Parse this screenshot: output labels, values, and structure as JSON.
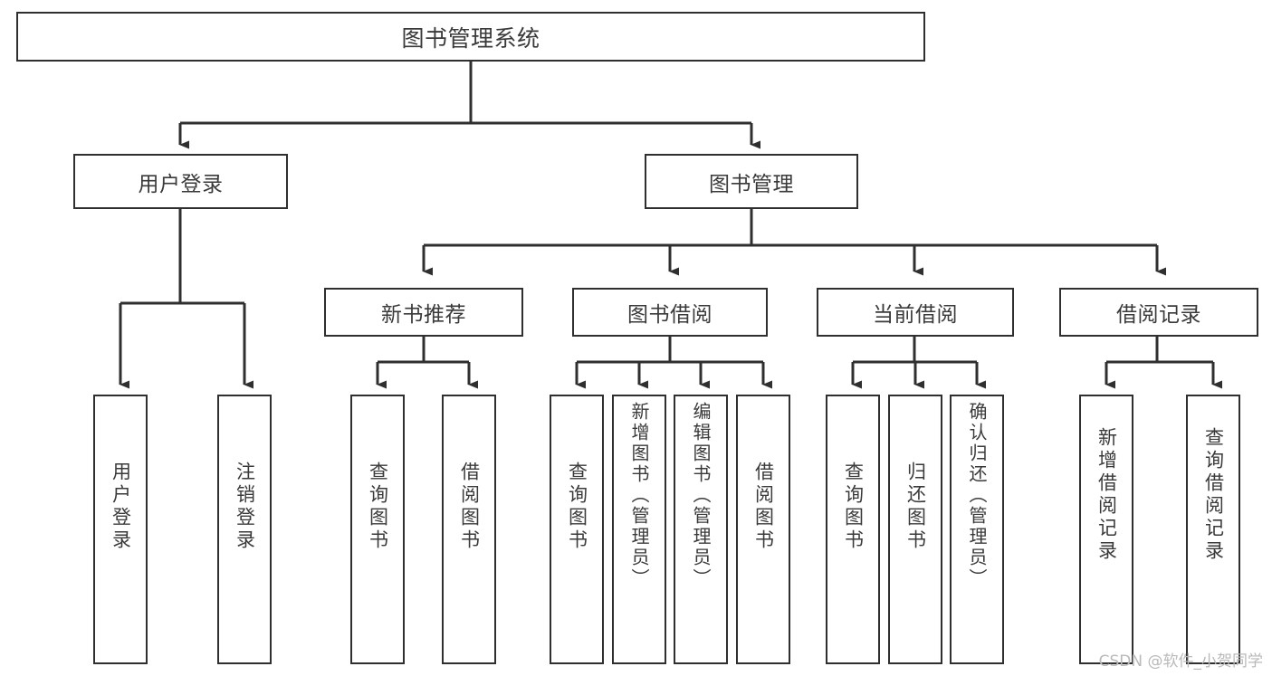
{
  "diagram": {
    "title": "图书管理系统",
    "type": "tree-hierarchy-diagram",
    "colors": {
      "border": "#2f2f2f",
      "text": "#3a3a3a",
      "background": "#ffffff",
      "connector": "#2f2f2f",
      "watermark": "#b9b9b9"
    },
    "root": {
      "label": "图书管理系统"
    },
    "level2": [
      {
        "label": "用户登录"
      },
      {
        "label": "图书管理"
      }
    ],
    "level3": [
      {
        "label": "新书推荐"
      },
      {
        "label": "图书借阅"
      },
      {
        "label": "当前借阅"
      },
      {
        "label": "借阅记录"
      }
    ],
    "leaves": {
      "user_login": [
        {
          "label": "用户登录"
        },
        {
          "label": "注销登录"
        }
      ],
      "new_book_recommend": [
        {
          "label": "查询图书"
        },
        {
          "label": "借阅图书"
        }
      ],
      "book_borrow": [
        {
          "label": "查询图书"
        },
        {
          "label": "新增图书（管理员）"
        },
        {
          "label": "编辑图书（管理员）"
        },
        {
          "label": "借阅图书"
        }
      ],
      "current_borrow": [
        {
          "label": "查询图书"
        },
        {
          "label": "归还图书"
        },
        {
          "label": "确认归还（管理员）"
        }
      ],
      "borrow_record": [
        {
          "label": "新增借阅记录"
        },
        {
          "label": "查询借阅记录"
        }
      ]
    }
  },
  "watermark": {
    "text": "CSDN @软件_小贺同学"
  }
}
